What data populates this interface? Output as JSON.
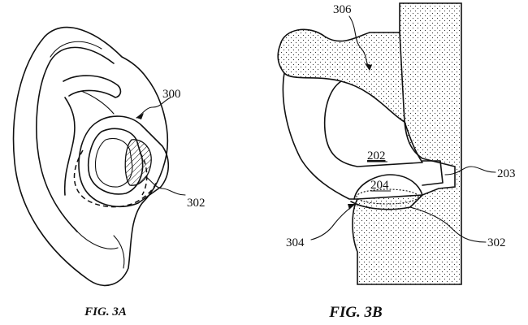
{
  "figures": {
    "fig_a": {
      "caption": "FIG. 3A",
      "labels": {
        "device": "300",
        "region": "302"
      }
    },
    "fig_b": {
      "caption": "FIG. 3B",
      "labels": {
        "canal_top": "306",
        "body": "202",
        "contact": "204",
        "stem": "203",
        "tip_region": "302",
        "point": "304"
      }
    }
  }
}
